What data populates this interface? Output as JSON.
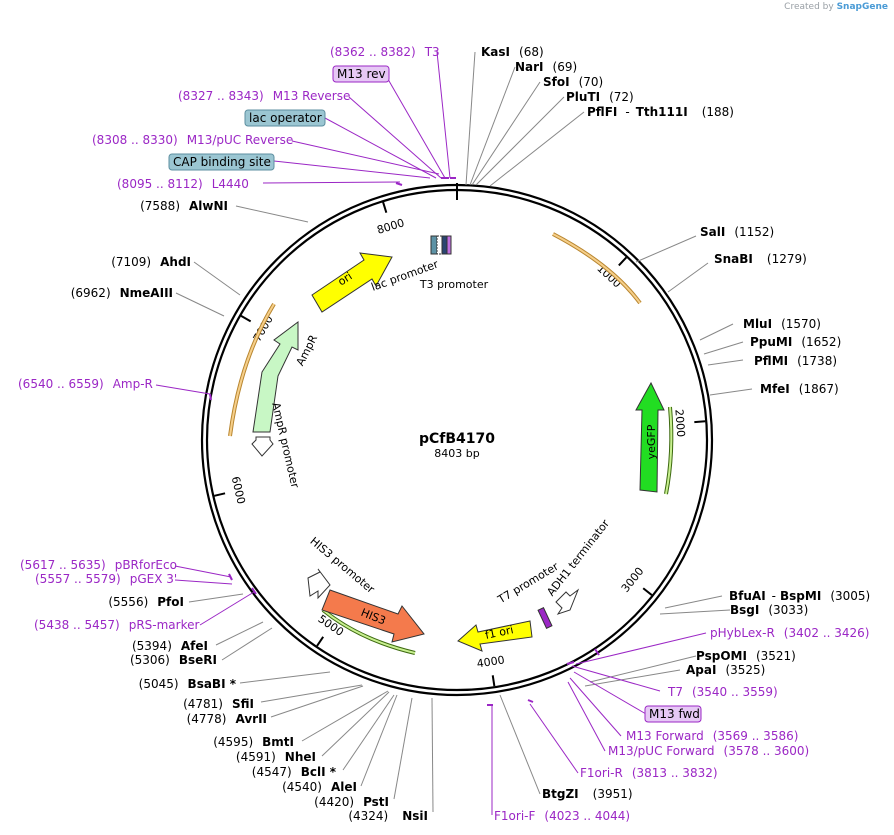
{
  "header": {
    "created_by": "Created by",
    "brand": "SnapGene"
  },
  "plasmid": {
    "name": "pCfB4170",
    "length_label": "8403 bp",
    "length_bp": 8403
  },
  "colors": {
    "primer": "#9b27c5",
    "ori": "#ffff00",
    "AmpR": "#c8f7c5",
    "yeGFP": "#22dd22",
    "HIS3": "#f47a4c",
    "f1_ori": "#ffff00",
    "label_box": "#9bc6d2",
    "primer_box": "#e6c8f5",
    "orange_arc": "#e8a040"
  },
  "tick_labels": [
    {
      "bp": 1000,
      "label": "1000"
    },
    {
      "bp": 2000,
      "label": "2000"
    },
    {
      "bp": 3000,
      "label": "3000"
    },
    {
      "bp": 4000,
      "label": "4000"
    },
    {
      "bp": 5000,
      "label": "5000"
    },
    {
      "bp": 6000,
      "label": "6000"
    },
    {
      "bp": 7000,
      "label": "7000"
    },
    {
      "bp": 8000,
      "label": "8000"
    }
  ],
  "features": {
    "ori": "ori",
    "AmpR": "AmpR",
    "AmpR_promoter": "AmpR promoter",
    "yeGFP": "yeGFP",
    "HIS3": "HIS3",
    "HIS3_promoter": "HIS3 promoter",
    "f1_ori": "f1 ori",
    "T7_promoter": "T7 promoter",
    "ADH1_terminator": "ADH1 terminator",
    "lac_promoter": "lac promoter",
    "T3_promoter": "T3 promoter"
  },
  "sites": [
    {
      "name": "KasI",
      "pos": "(68)"
    },
    {
      "name": "NarI",
      "pos": "(69)"
    },
    {
      "name": "SfoI",
      "pos": "(70)"
    },
    {
      "name": "PluTI",
      "pos": "(72)"
    },
    {
      "name": "PflFI",
      "sep": "-",
      "name2": "Tth111I",
      "pos": "(188)"
    },
    {
      "name": "SalI",
      "pos": "(1152)"
    },
    {
      "name": "SnaBI",
      "pos": "(1279)"
    },
    {
      "name": "MluI",
      "pos": "(1570)"
    },
    {
      "name": "PpuMI",
      "pos": "(1652)"
    },
    {
      "name": "PflMI",
      "pos": "(1738)"
    },
    {
      "name": "MfeI",
      "pos": "(1867)"
    },
    {
      "name": "BfuAI",
      "sep": "-",
      "name2": "BspMI",
      "pos": "(3005)"
    },
    {
      "name": "BsgI",
      "pos": "(3033)"
    },
    {
      "name": "PspOMI",
      "pos": "(3521)"
    },
    {
      "name": "ApaI",
      "pos": "(3525)"
    },
    {
      "name": "BtgZI",
      "pos": "(3951)"
    },
    {
      "name": "NsiI",
      "pos": "(4324)"
    },
    {
      "name": "PstI",
      "pos": "(4420)"
    },
    {
      "name": "AleI",
      "pos": "(4540)"
    },
    {
      "name": "BclI *",
      "pos": "(4547)"
    },
    {
      "name": "NheI",
      "pos": "(4591)"
    },
    {
      "name": "BmtI",
      "pos": "(4595)"
    },
    {
      "name": "AvrII",
      "pos": "(4778)"
    },
    {
      "name": "SfiI",
      "pos": "(4781)"
    },
    {
      "name": "BsaBI *",
      "pos": "(5045)"
    },
    {
      "name": "BseRI",
      "pos": "(5306)"
    },
    {
      "name": "AfeI",
      "pos": "(5394)"
    },
    {
      "name": "PfoI",
      "pos": "(5556)"
    },
    {
      "name": "NmeAIII",
      "pos": "(6962)"
    },
    {
      "name": "AhdI",
      "pos": "(7109)"
    },
    {
      "name": "AlwNI",
      "pos": "(7588)"
    }
  ],
  "primers": [
    {
      "name": "T3",
      "range": "(8362 .. 8382)"
    },
    {
      "name": "M13 rev",
      "range": ""
    },
    {
      "name": "M13 Reverse",
      "range": "(8327 .. 8343)"
    },
    {
      "name": "lac operator",
      "range": ""
    },
    {
      "name": "M13/pUC Reverse",
      "range": "(8308 .. 8330)"
    },
    {
      "name": "CAP binding site",
      "range": ""
    },
    {
      "name": "L4440",
      "range": "(8095 .. 8112)"
    },
    {
      "name": "Amp-R",
      "range": "(6540 .. 6559)"
    },
    {
      "name": "pBRforEco",
      "range": "(5617 .. 5635)"
    },
    {
      "name": "pGEX 3'",
      "range": "(5557 .. 5579)"
    },
    {
      "name": "pRS-marker",
      "range": "(5438 .. 5457)"
    },
    {
      "name": "pHybLex-R",
      "range": "(3402 .. 3426)"
    },
    {
      "name": "T7",
      "range": "(3540 .. 3559)"
    },
    {
      "name": "M13 fwd",
      "range": ""
    },
    {
      "name": "M13 Forward",
      "range": "(3569 .. 3586)"
    },
    {
      "name": "M13/pUC Forward",
      "range": "(3578 .. 3600)"
    },
    {
      "name": "F1ori-R",
      "range": "(3813 .. 3832)"
    },
    {
      "name": "F1ori-F",
      "range": "(4023 .. 4044)"
    }
  ]
}
